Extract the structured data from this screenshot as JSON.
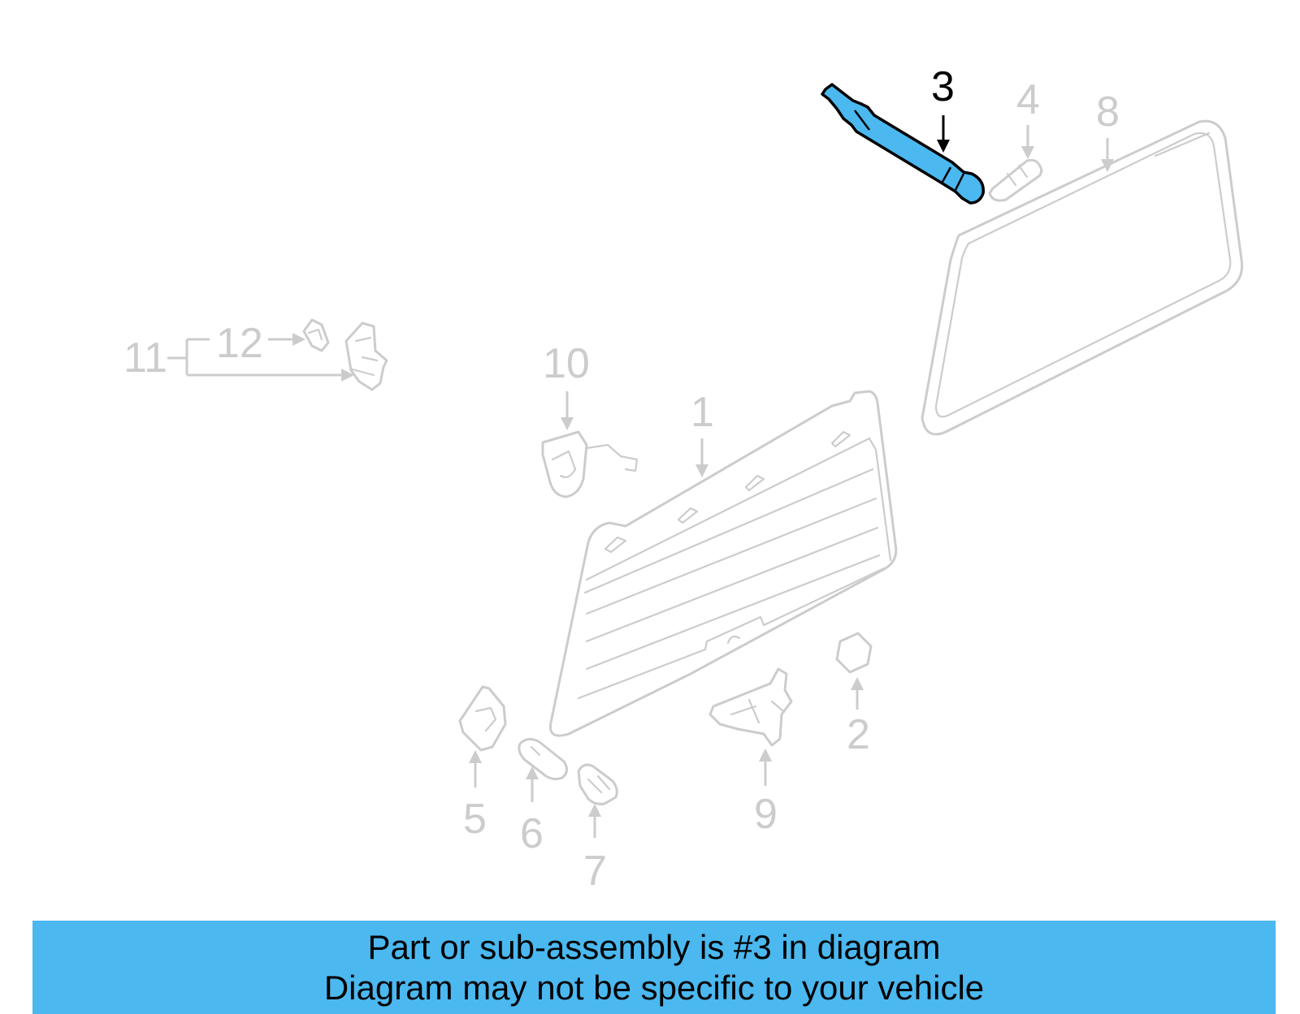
{
  "diagram": {
    "active_part": "3",
    "highlight_color": "#4bb8f0",
    "inactive_color": "#cccccc",
    "callouts": [
      {
        "label": "1",
        "part": "liftgate-glass-trim-panel"
      },
      {
        "label": "2",
        "part": "nut"
      },
      {
        "label": "3",
        "part": "lift-support-strut",
        "active": true
      },
      {
        "label": "4",
        "part": "strut-end-fitting"
      },
      {
        "label": "5",
        "part": "bracket"
      },
      {
        "label": "6",
        "part": "bumper"
      },
      {
        "label": "7",
        "part": "clip"
      },
      {
        "label": "8",
        "part": "liftgate-glass"
      },
      {
        "label": "9",
        "part": "latch"
      },
      {
        "label": "10",
        "part": "hinge"
      },
      {
        "label": "11",
        "part": "hinge-assembly"
      },
      {
        "label": "12",
        "part": "hinge-clip"
      }
    ]
  },
  "banner": {
    "line1": "Part or sub-assembly is #3 in diagram",
    "line2": "Diagram may not be specific to your vehicle",
    "background": "#4bb8f0"
  }
}
